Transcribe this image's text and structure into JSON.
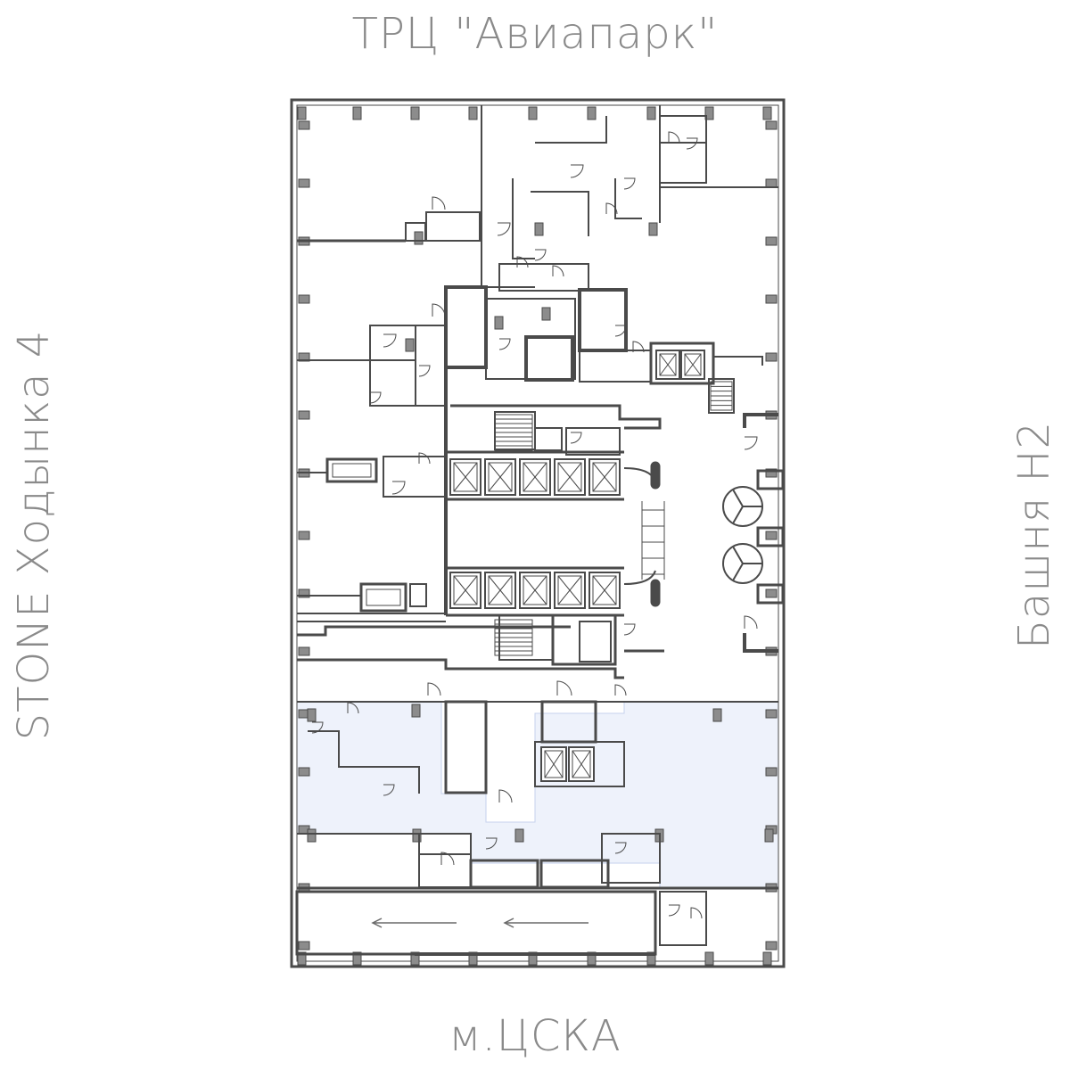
{
  "labels": {
    "top": "ТРЦ \"Авиапарк\"",
    "bottom": "м.ЦСКА",
    "left": "STONE Ходынка 4",
    "right": "Башня Н2"
  },
  "colors": {
    "wall": "#4a4a4a",
    "column": "#8c8c8c",
    "highlight": "#eef2fb",
    "highlight_stroke": "#c6d2ec",
    "label": "#8a8a8a"
  }
}
